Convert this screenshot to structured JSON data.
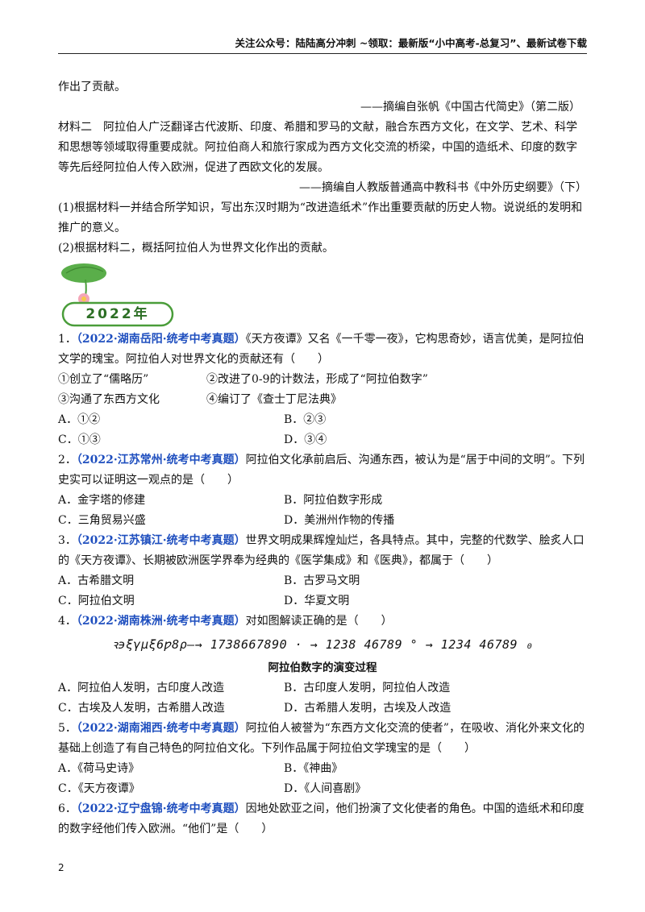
{
  "header": {
    "text": "关注公众号：陆陆高分冲刺 ~领取：最新版“小中高考-总复习”、最新试卷下载"
  },
  "intro": {
    "line1": "作出了贡献。",
    "source1": "——摘编自张帆《中国古代简史》（第二版）",
    "material2": "材料二　阿拉伯人广泛翻译古代波斯、印度、希腊和罗马的文献，融合东西方文化，在文学、艺术、科学和思想等领域取得重要成就。阿拉伯商人和旅行家成为西方文化交流的桥梁，中国的造纸术、印度的数字等先后经阿拉伯人传入欧洲，促进了西欧文化的发展。",
    "source2": "——摘编自人教版普通高中教科书《中外历史纲要》（下）",
    "q1": "(1)根据材料一并结合所学知识，写出东汉时期为“改进造纸术”作出重要贡献的历史人物。说说纸的发明和推广的意义。",
    "q2": "(2)根据材料二，概括阿拉伯人为世界文化作出的贡献。"
  },
  "year_badge": "2022年",
  "questions": [
    {
      "num": "1．",
      "source": "（2022·湖南岳阳·统考中考真题）",
      "stem": "《天方夜谭》又名《一千零一夜》，它构思奇妙，语言优美，是阿拉伯文学的瑰宝。阿拉伯人对世界文化的贡献还有（　　）",
      "items": [
        "①创立了“儒略历”",
        "②改进了0-9的计数法，形成了“阿拉伯数字”",
        "③沟通了东西方文化",
        "④编订了《查士丁尼法典》"
      ],
      "options": [
        "A．①②",
        "B．②③",
        "C．①③",
        "D．③④"
      ]
    },
    {
      "num": "2．",
      "source": "（2022·江苏常州·统考中考真题）",
      "stem": "阿拉伯文化承前启后、沟通东西，被认为是“居于中间的文明”。下列史实可以证明这一观点的是（　　）",
      "options": [
        "A．金字塔的修建",
        "B．阿拉伯数字形成",
        "C．三角贸易兴盛",
        "D．美洲州作物的传播"
      ]
    },
    {
      "num": "3．",
      "source": "（2022·江苏镇江·统考中考真题）",
      "stem": "世界文明成果辉煌灿烂，各具特点。其中，完整的代数学、脍炙人口的《天方夜谭》、长期被欧洲医学界奉为经典的《医学集成》和《医典》，都属于（　　）",
      "options": [
        "A．古希腊文明",
        "B．古罗马文明",
        "C．阿拉伯文明",
        "D．华夏文明"
      ]
    },
    {
      "num": "4．",
      "source": "（2022·湖南株洲·统考中考真题）",
      "stem": "对如图解读正确的是（　　）",
      "figure_text": "ꝛ϶ξγμξ6ƿ8ρ—→ 1738667890 · → 1238 46789 ° → 1234 46789 ₀",
      "caption": "阿拉伯数字的演变过程",
      "options": [
        "A．阿拉伯人发明，古印度人改造",
        "B．古印度人发明，阿拉伯人改造",
        "C．古埃及人发明，古希腊人改造",
        "D．古希腊人发明，古埃及人改造"
      ]
    },
    {
      "num": "5．",
      "source": "（2022·湖南湘西·统考中考真题）",
      "stem": "阿拉伯人被誉为“东西方文化交流的使者”，在吸收、消化外来文化的基础上创造了有自己特色的阿拉伯文化。下列作品属于阿拉伯文学瑰宝的是（　　）",
      "options": [
        "A．《荷马史诗》",
        "B．《神曲》",
        "C．《天方夜谭》",
        "D．《人间喜剧》"
      ]
    },
    {
      "num": "6．",
      "source": "（2022·辽宁盘锦·统考中考真题）",
      "stem": "因地处欧亚之间，他们扮演了文化使者的角色。中国的造纸术和印度的数字经他们传入欧洲。“他们”是（　　）"
    }
  ],
  "page_number": "2",
  "colors": {
    "source_blue": "#1f4fbf",
    "badge_green": "#4a9d3a",
    "lotus_leaf": "#5aae4a",
    "lotus_flower": "#f4a6b8"
  }
}
